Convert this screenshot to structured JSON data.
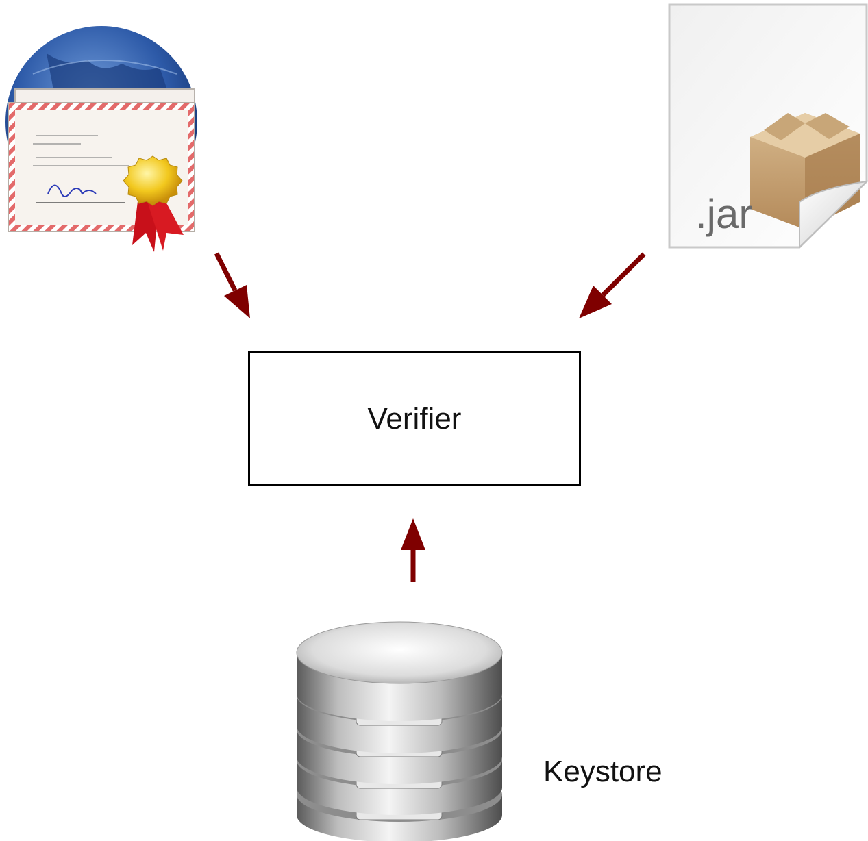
{
  "diagram": {
    "verifier": {
      "label": "Verifier"
    },
    "keystore": {
      "label": "Keystore"
    },
    "jar_file": {
      "extension": ".jar"
    },
    "icons": {
      "certificate": "certificate-icon",
      "jar": "jar-file-icon",
      "database": "database-icon"
    },
    "arrow_color": "#7f0000",
    "edges": [
      {
        "from": "certificate",
        "to": "verifier"
      },
      {
        "from": "jar_file",
        "to": "verifier"
      },
      {
        "from": "keystore",
        "to": "verifier"
      }
    ]
  }
}
